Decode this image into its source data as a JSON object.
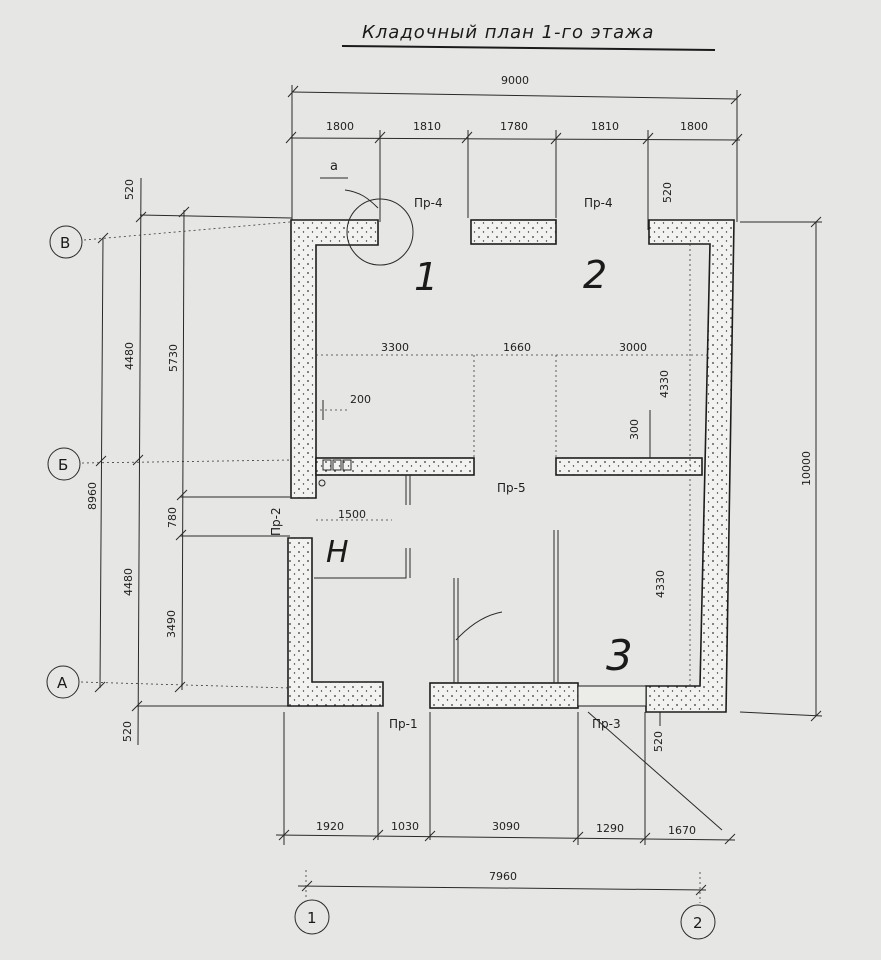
{
  "title": "Кладочный план 1-го этажа",
  "axes": {
    "rows": [
      "В",
      "Б",
      "А"
    ],
    "cols": [
      "1",
      "2"
    ]
  },
  "dimensions": {
    "top_total": "9000",
    "top_chain": [
      "1800",
      "1810",
      "1780",
      "1810",
      "1800"
    ],
    "bottom_chain": [
      "1920",
      "1030",
      "3090",
      "1290",
      "1670"
    ],
    "bottom_total": "7960",
    "right_total": "10000",
    "left_outer": "8960",
    "left_mid": [
      "4480",
      "4480"
    ],
    "left_inner": [
      "5730",
      "780",
      "3490"
    ],
    "wall_top": "520",
    "wall_bottom": "520",
    "wall_top_right": "520",
    "wall_bottom_right": "520",
    "room_h1": "3300",
    "room_h2": "1660",
    "room_h3": "3000",
    "v_right_upper": "4330",
    "v_right_lower": "4330",
    "partition": "300",
    "small_200": "200",
    "small_1500": "1500"
  },
  "openings": {
    "pr4a": "Пр-4",
    "pr4b": "Пр-4",
    "pr5": "Пр-5",
    "pr2": "Пр-2",
    "pr1": "Пр-1",
    "pr3": "Пр-3"
  },
  "callout": "а",
  "rooms": [
    "1",
    "2",
    "3",
    "Н"
  ]
}
